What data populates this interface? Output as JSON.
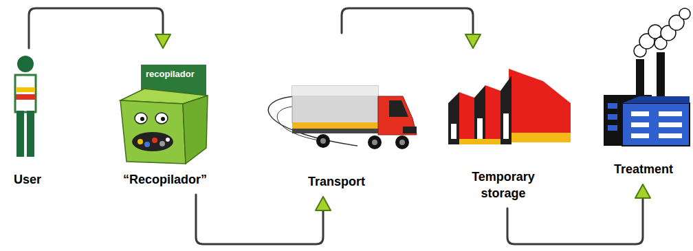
{
  "diagram": {
    "nodes": [
      {
        "text": [
          "User"
        ]
      },
      {
        "text": [
          "“Recopilador”"
        ]
      },
      {
        "text": [
          "Transport"
        ]
      },
      {
        "text": [
          "Temporary storage"
        ]
      },
      {
        "text": [
          "Treatment"
        ]
      }
    ],
    "edges": [
      {
        "from": 0,
        "to": 1,
        "arrow": "to"
      },
      {
        "from": 1,
        "to": 2,
        "arrow": "to"
      },
      {
        "from": 2,
        "to": 3,
        "arrow": "to"
      },
      {
        "from": 3,
        "to": 4,
        "arrow": "to"
      }
    ],
    "labels": [
      "recopilador"
    ]
  }
}
